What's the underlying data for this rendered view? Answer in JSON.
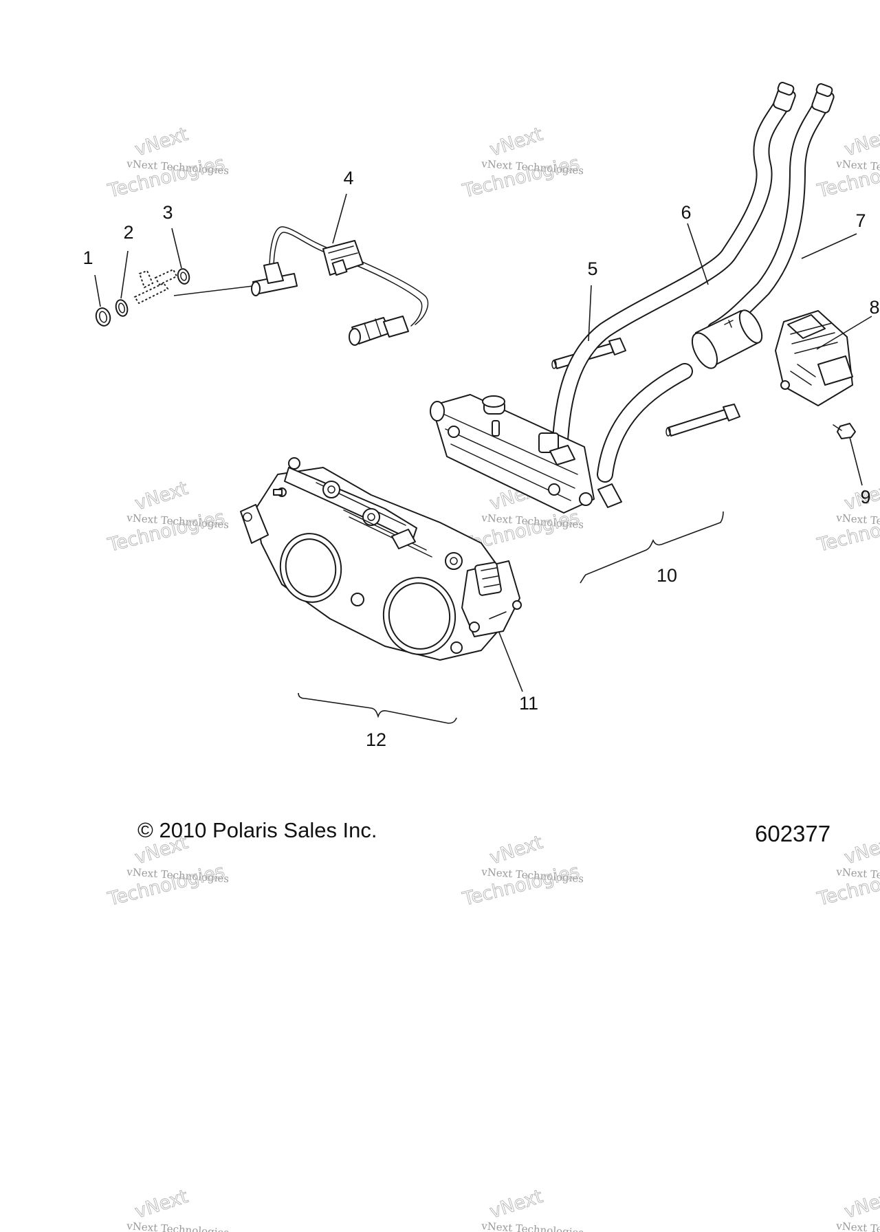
{
  "callouts": [
    "1",
    "2",
    "3",
    "4",
    "5",
    "6",
    "7",
    "8",
    "9",
    "10",
    "11",
    "12"
  ],
  "watermark": {
    "line1": "vNext",
    "line2": "vNext Technologies",
    "line3": "Technologies"
  },
  "footer": {
    "copyright": "© 2010 Polaris Sales Inc.",
    "figure_number": "602377"
  }
}
